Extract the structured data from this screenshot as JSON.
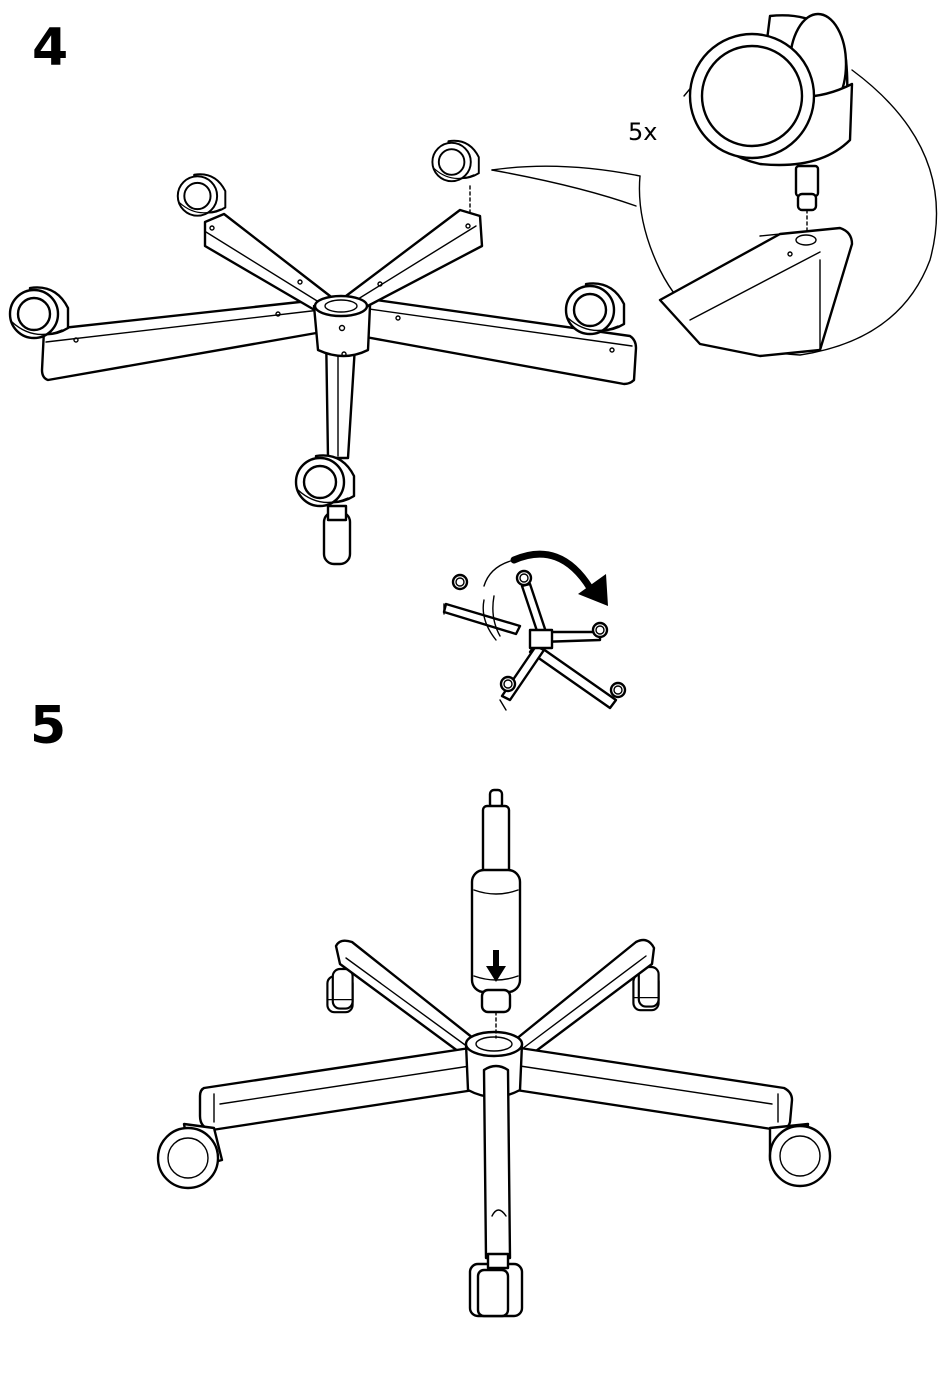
{
  "steps": [
    {
      "number": "4",
      "quantity": "5x"
    },
    {
      "number": "5"
    }
  ],
  "icons": [
    "caster-wheel-icon",
    "star-base-icon",
    "flip-arrow-icon",
    "down-arrow-icon",
    "gas-cylinder-icon"
  ]
}
